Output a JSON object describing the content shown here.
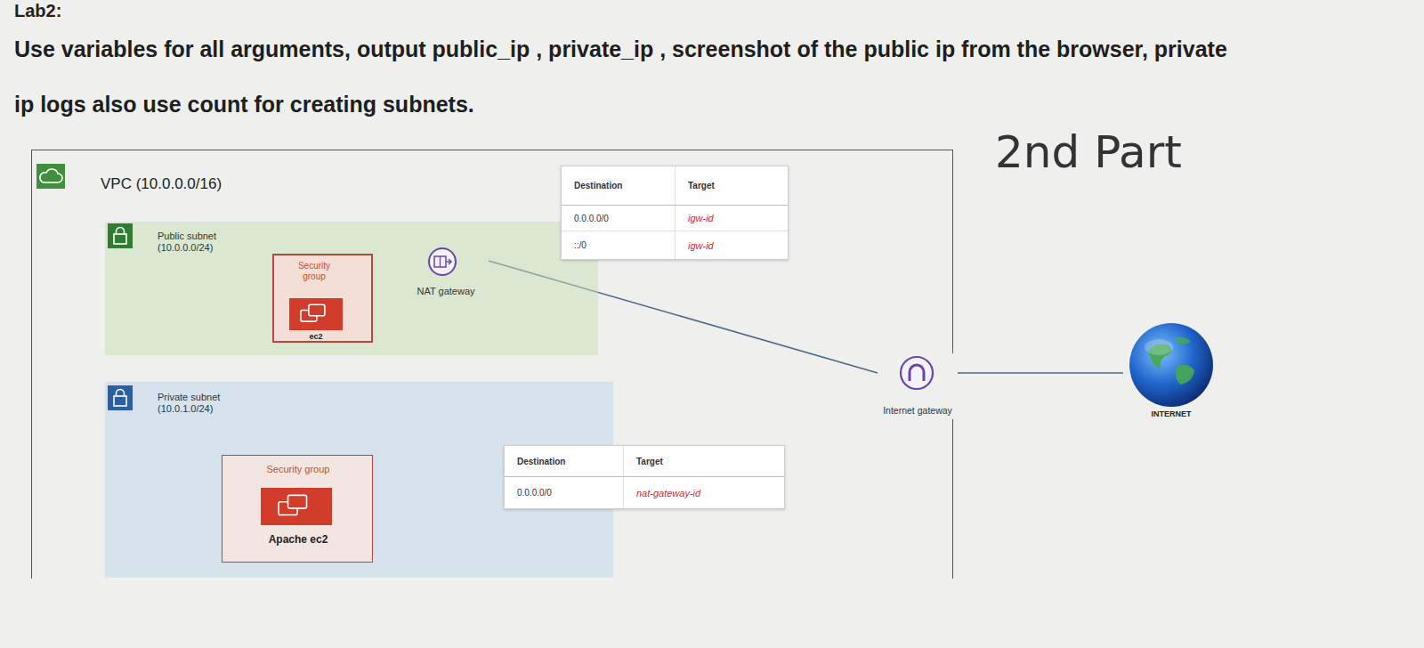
{
  "diagram": {
    "title": "Lab2:",
    "nodes": [
      {
        "text": [
          "VPC (10.0.0.0/16)"
        ]
      },
      {
        "text": [
          "Public subnet (10.0.0.0/24)"
        ],
        "in": 0
      },
      {
        "text": [
          "Security group",
          "ec2"
        ],
        "in": 1
      },
      {
        "text": [
          "NAT gateway"
        ],
        "in": 1
      },
      {
        "text": [
          "Private subnet (10.0.1.0/24)"
        ],
        "in": 0
      },
      {
        "text": [
          "Security group",
          "Apache ec2"
        ],
        "in": 4
      },
      {
        "text": [
          "Internet gateway"
        ]
      },
      {
        "text": [
          "INTERNET"
        ]
      }
    ],
    "edges": [
      {
        "from": 3,
        "to": 6,
        "arrow": "none"
      },
      {
        "from": 6,
        "to": 7,
        "arrow": "none"
      }
    ],
    "labels": [
      "Use variables for all arguments, output public_ip , private_ip , screenshot of the public ip from the browser, private ip logs also use count for creating subnets.",
      "2nd Part",
      "Destination",
      "Target",
      "0.0.0.0/0",
      "igw-id",
      "::/0",
      "igw-id",
      "Destination",
      "Target",
      "0.0.0.0/0",
      "nat-gateway-id"
    ]
  }
}
